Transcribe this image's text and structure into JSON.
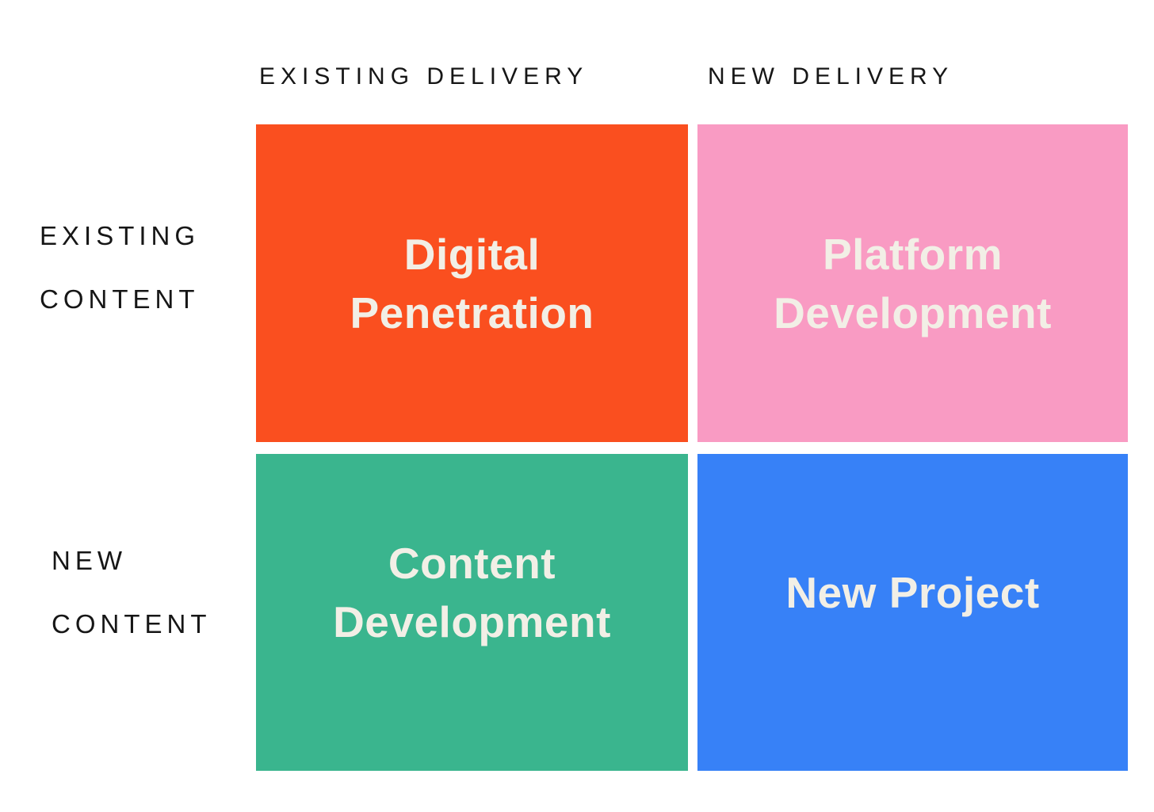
{
  "diagram": {
    "column_headers": [
      {
        "label": "EXISTING DELIVERY"
      },
      {
        "label": "NEW DELIVERY"
      }
    ],
    "row_headers": [
      {
        "line1": "EXISTING",
        "line2": "CONTENT"
      },
      {
        "line1": "NEW",
        "line2": "CONTENT"
      }
    ],
    "quadrants": [
      {
        "label": "Digital Penetration",
        "color": "#FA4F1F"
      },
      {
        "label": "Platform Development",
        "color": "#F99BC3"
      },
      {
        "label": "Content Development",
        "color": "#3AB58E"
      },
      {
        "label": "New Project",
        "color": "#3781F7"
      }
    ],
    "colors": {
      "background": "#FFFFFF",
      "label_text": "#161616",
      "quadrant_text": "#F2EFE6"
    }
  }
}
